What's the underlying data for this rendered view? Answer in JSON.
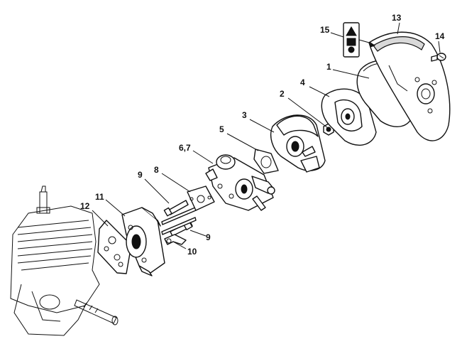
{
  "callouts": [
    {
      "id": "c1",
      "text": "1"
    },
    {
      "id": "c2",
      "text": "2"
    },
    {
      "id": "c3",
      "text": "3"
    },
    {
      "id": "c4",
      "text": "4"
    },
    {
      "id": "c5",
      "text": "5"
    },
    {
      "id": "c67",
      "text": "6,7"
    },
    {
      "id": "c8",
      "text": "8"
    },
    {
      "id": "c9a",
      "text": "9"
    },
    {
      "id": "c9b",
      "text": "9"
    },
    {
      "id": "c10",
      "text": "10"
    },
    {
      "id": "c11",
      "text": "11"
    },
    {
      "id": "c12",
      "text": "12"
    },
    {
      "id": "c13",
      "text": "13"
    },
    {
      "id": "c14",
      "text": "14"
    },
    {
      "id": "c15",
      "text": "15"
    }
  ]
}
